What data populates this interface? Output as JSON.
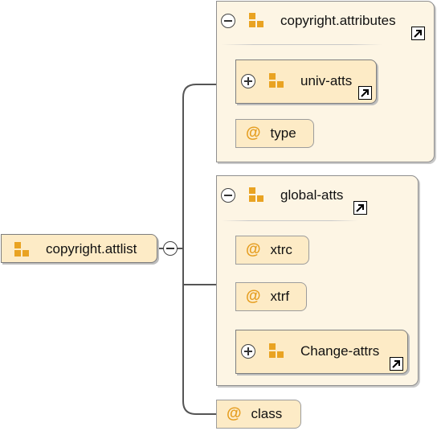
{
  "root": {
    "label": "copyright.attlist",
    "icon": "attribute-group-icon"
  },
  "groups": [
    {
      "label": "copyright.attributes",
      "icon": "attribute-group-icon",
      "has_reference": true,
      "children": [
        {
          "kind": "attribute-group",
          "label": "univ-atts",
          "expandable": true,
          "has_reference": true
        },
        {
          "kind": "attribute",
          "label": "type"
        }
      ]
    },
    {
      "label": "global-atts",
      "icon": "attribute-group-icon",
      "has_reference": true,
      "children": [
        {
          "kind": "attribute",
          "label": "xtrc"
        },
        {
          "kind": "attribute",
          "label": "xtrf"
        },
        {
          "kind": "attribute-group",
          "label": "Change-attrs",
          "expandable": true,
          "has_reference": true
        }
      ]
    }
  ],
  "attributes": [
    {
      "label": "class"
    }
  ],
  "symbols": {
    "attribute_marker": "@"
  },
  "colors": {
    "node_fill": "#fdebc6",
    "group_fill": "#fdf5e4",
    "icon": "#e9a322",
    "connector": "#555555"
  }
}
